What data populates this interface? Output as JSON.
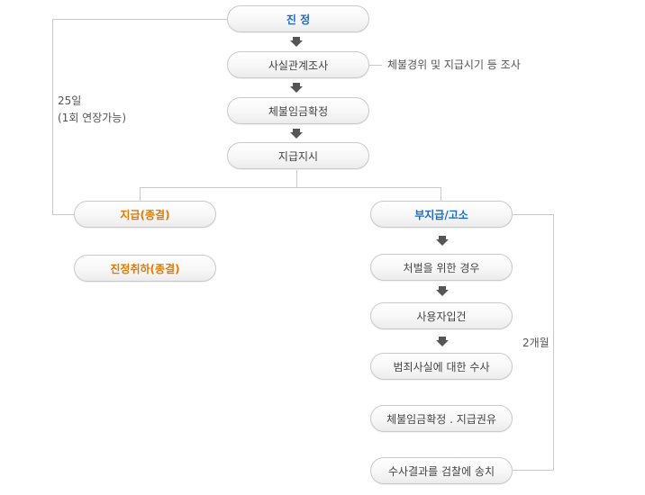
{
  "nodes": {
    "petition": "진 정",
    "survey": "사실관계조사",
    "confirm": "체불임금확정",
    "order": "지급지시",
    "paid": "지급(종결)",
    "withdraw": "진정취하(종결)",
    "nonpay": "부지급/고소",
    "punish": "처벌을 위한 경우",
    "register": "사용자입건",
    "investigate": "범죄사실에 대한 수사",
    "recommend": "체불임금확정 . 지급권유",
    "send": "수사결과를 검찰에 송치"
  },
  "notes": {
    "survey_note": "체불경위 및 지급시기 등 조사",
    "days_line1": "25일",
    "days_line2": "(1회 연장가능)",
    "months": "2개월"
  },
  "colors": {
    "blue": "#1d6cc4",
    "orange": "#e07b00",
    "line": "#c9c9c9",
    "arrow": "#555555"
  }
}
